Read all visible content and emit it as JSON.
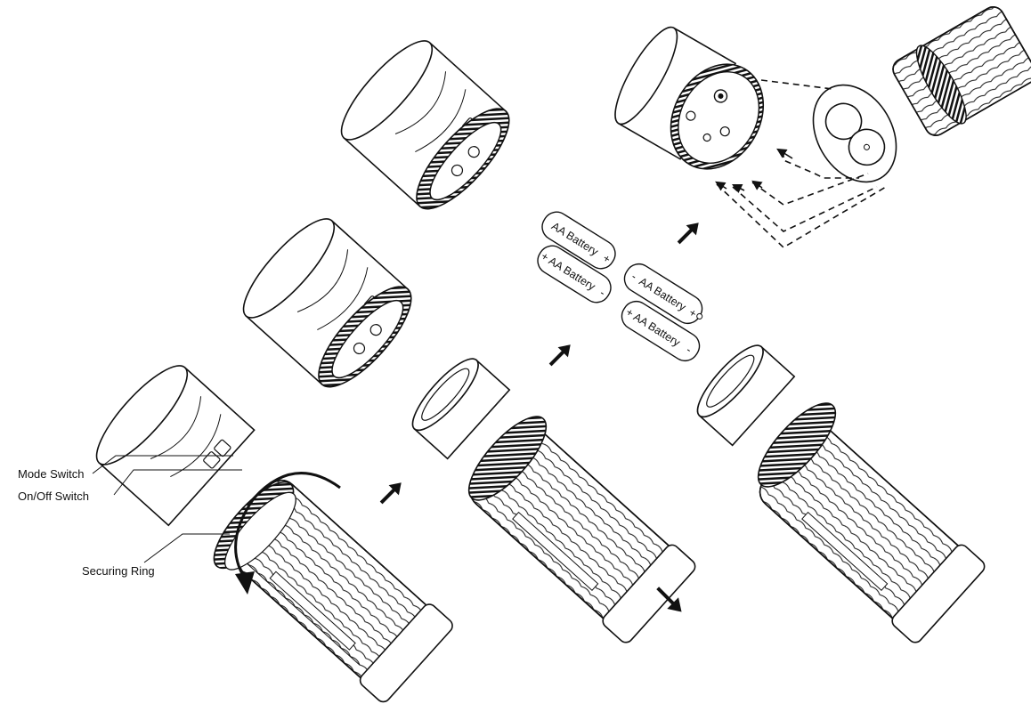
{
  "labels": {
    "mode_switch": "Mode Switch",
    "on_off_switch": "On/Off Switch",
    "securing_ring": "Securing Ring"
  },
  "battery": {
    "label": "AA Battery",
    "plus": "+",
    "minus": "-"
  },
  "colors": {
    "line": "#111111",
    "fill": "#ffffff",
    "accent": "#000000"
  },
  "icons": {
    "arrow": "arrow-icon",
    "rotate": "rotate-arrow-icon"
  }
}
